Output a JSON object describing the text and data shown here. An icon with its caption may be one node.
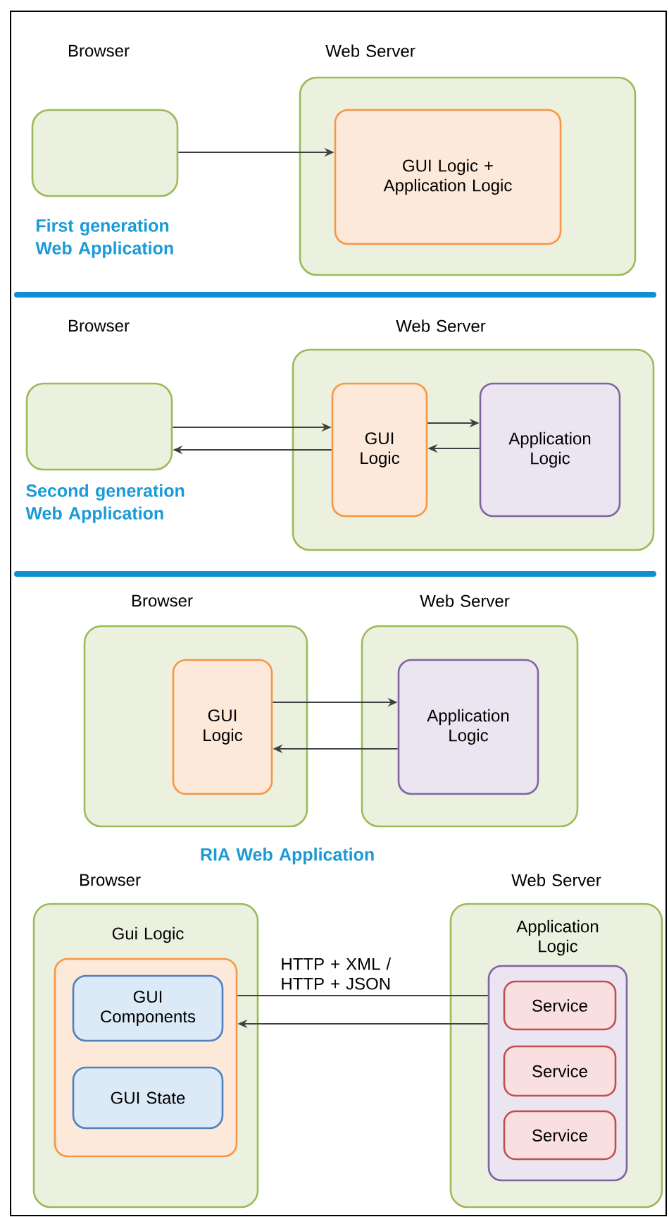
{
  "diagram": {
    "nodes": [
      {
        "text": [
          "Browser"
        ]
      },
      {
        "text": [
          "Web Server"
        ]
      },
      {
        "text": [
          "GUI Logic + Application Logic"
        ],
        "in": 1
      },
      {
        "text": [
          "Browser"
        ]
      },
      {
        "text": [
          "Web Server"
        ]
      },
      {
        "text": [
          "GUI Logic"
        ],
        "in": 4
      },
      {
        "text": [
          "Application Logic"
        ],
        "in": 4
      },
      {
        "text": [
          "Browser"
        ]
      },
      {
        "text": [
          "GUI Logic"
        ],
        "in": 7
      },
      {
        "text": [
          "Web Server"
        ]
      },
      {
        "text": [
          "Application Logic"
        ],
        "in": 9
      },
      {
        "text": [
          "Browser"
        ]
      },
      {
        "text": [
          "Gui Logic"
        ],
        "in": 11
      },
      {
        "text": [
          "GUI Components"
        ],
        "in": 12
      },
      {
        "text": [
          "GUI State"
        ],
        "in": 12
      },
      {
        "text": [
          "Web Server"
        ]
      },
      {
        "text": [
          "Application Logic"
        ],
        "in": 15
      },
      {
        "text": [
          "Service"
        ],
        "in": 16
      },
      {
        "text": [
          "Service"
        ],
        "in": 16
      },
      {
        "text": [
          "Service"
        ],
        "in": 16
      }
    ],
    "edges": [
      {
        "from": 0,
        "to": 2,
        "arrow": "to"
      },
      {
        "from": 3,
        "to": 5,
        "arrow": "to"
      },
      {
        "from": 5,
        "to": 3,
        "arrow": "to"
      },
      {
        "from": 5,
        "to": 6,
        "arrow": "to"
      },
      {
        "from": 6,
        "to": 5,
        "arrow": "to"
      },
      {
        "from": 8,
        "to": 10,
        "arrow": "to"
      },
      {
        "from": 10,
        "to": 8,
        "arrow": "to"
      },
      {
        "from": 16,
        "to": 12,
        "arrow": "none",
        "label": "HTTP + XML / HTTP + JSON"
      },
      {
        "from": 16,
        "to": 12,
        "arrow": "to"
      }
    ],
    "labels": [
      "First generation Web Application",
      "Second generation Web Application",
      "RIA Web Application"
    ]
  }
}
